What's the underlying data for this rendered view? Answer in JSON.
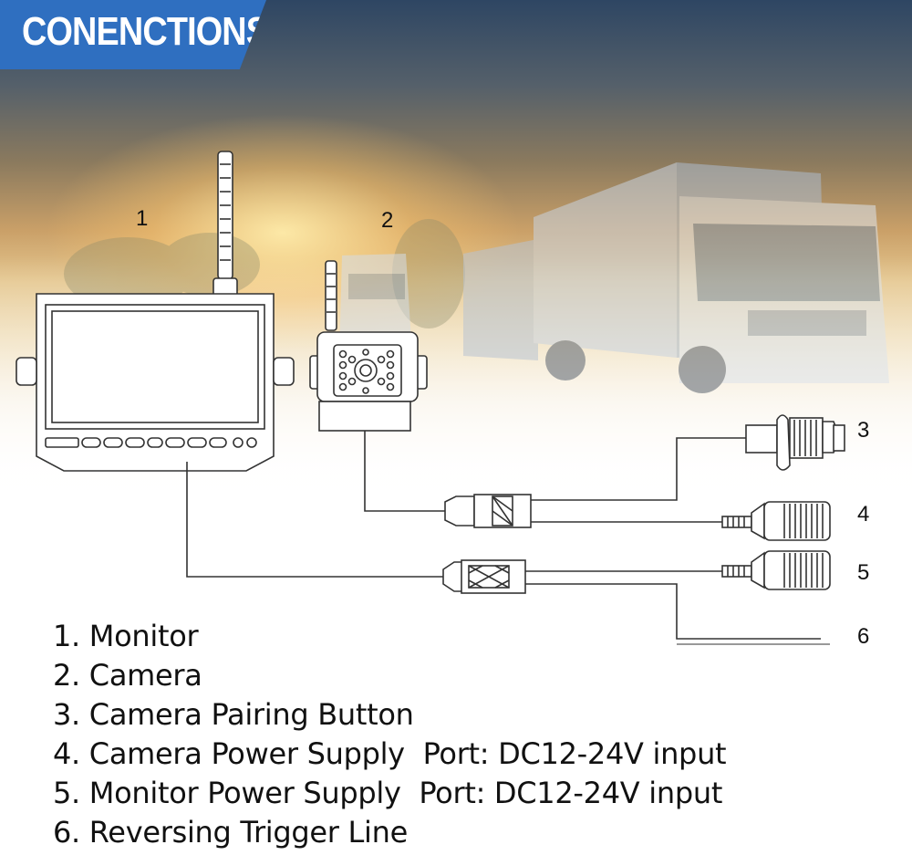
{
  "title": "CONENCTIONS",
  "colors": {
    "title_bar": "#2f6fc0",
    "title_text": "#ffffff",
    "line": "#333333",
    "body_text": "#111111"
  },
  "callouts": [
    "1",
    "2",
    "3",
    "4",
    "5",
    "6"
  ],
  "legend": [
    "1. Monitor",
    "2. Camera",
    "3. Camera Pairing Button",
    "4. Camera Power Supply  Port: DC12-24V input",
    "5. Monitor Power Supply  Port: DC12-24V input",
    "6. Reversing Trigger Line"
  ]
}
